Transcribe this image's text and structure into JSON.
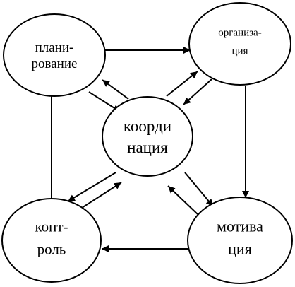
{
  "diagram": {
    "nodes": [
      {
        "id": "planning",
        "lines": [
          "плани-",
          "рование"
        ]
      },
      {
        "id": "organization",
        "lines": [
          "организа-",
          "ция"
        ]
      },
      {
        "id": "coordination",
        "lines": [
          "коорди",
          "нация"
        ]
      },
      {
        "id": "control",
        "lines": [
          "конт-",
          "роль"
        ]
      },
      {
        "id": "motivation",
        "lines": [
          "мотива",
          "ция"
        ]
      }
    ],
    "edges": [
      {
        "from": "planning",
        "to": "organization"
      },
      {
        "from": "organization",
        "to": "motivation"
      },
      {
        "from": "motivation",
        "to": "control"
      },
      {
        "from": "control",
        "to": "planning"
      },
      {
        "from": "planning",
        "to": "coordination"
      },
      {
        "from": "coordination",
        "to": "planning"
      },
      {
        "from": "coordination",
        "to": "organization"
      },
      {
        "from": "organization",
        "to": "coordination"
      },
      {
        "from": "coordination",
        "to": "control"
      },
      {
        "from": "control",
        "to": "coordination"
      },
      {
        "from": "coordination",
        "to": "motivation"
      },
      {
        "from": "motivation",
        "to": "coordination"
      }
    ],
    "colors": {
      "stroke": "#000000",
      "background": "#ffffff"
    }
  }
}
